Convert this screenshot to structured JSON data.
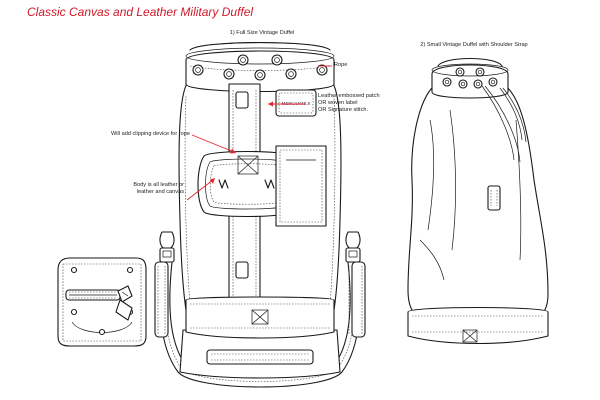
{
  "title": "Classic  Canvas and Leather Military Duffel",
  "labels": {
    "full_size": "1) Full Size Vintage Duffel",
    "small": "2) Small Vintage Duffel with Shoulder Strap",
    "rope": "Rope",
    "patch_line1": "Leather embossed patch",
    "patch_line2": "OR woven label",
    "patch_line3": "OR Signature stitch.",
    "clip_note": "Will add clipping device for rope",
    "body_line1": "Body is all leather or",
    "body_line2": "leather and canvas"
  },
  "patch_brand": "MERCANTILE",
  "colors": {
    "title": "#d01a2a",
    "arrow": "#e3262f",
    "line": "#1a1a1a"
  }
}
